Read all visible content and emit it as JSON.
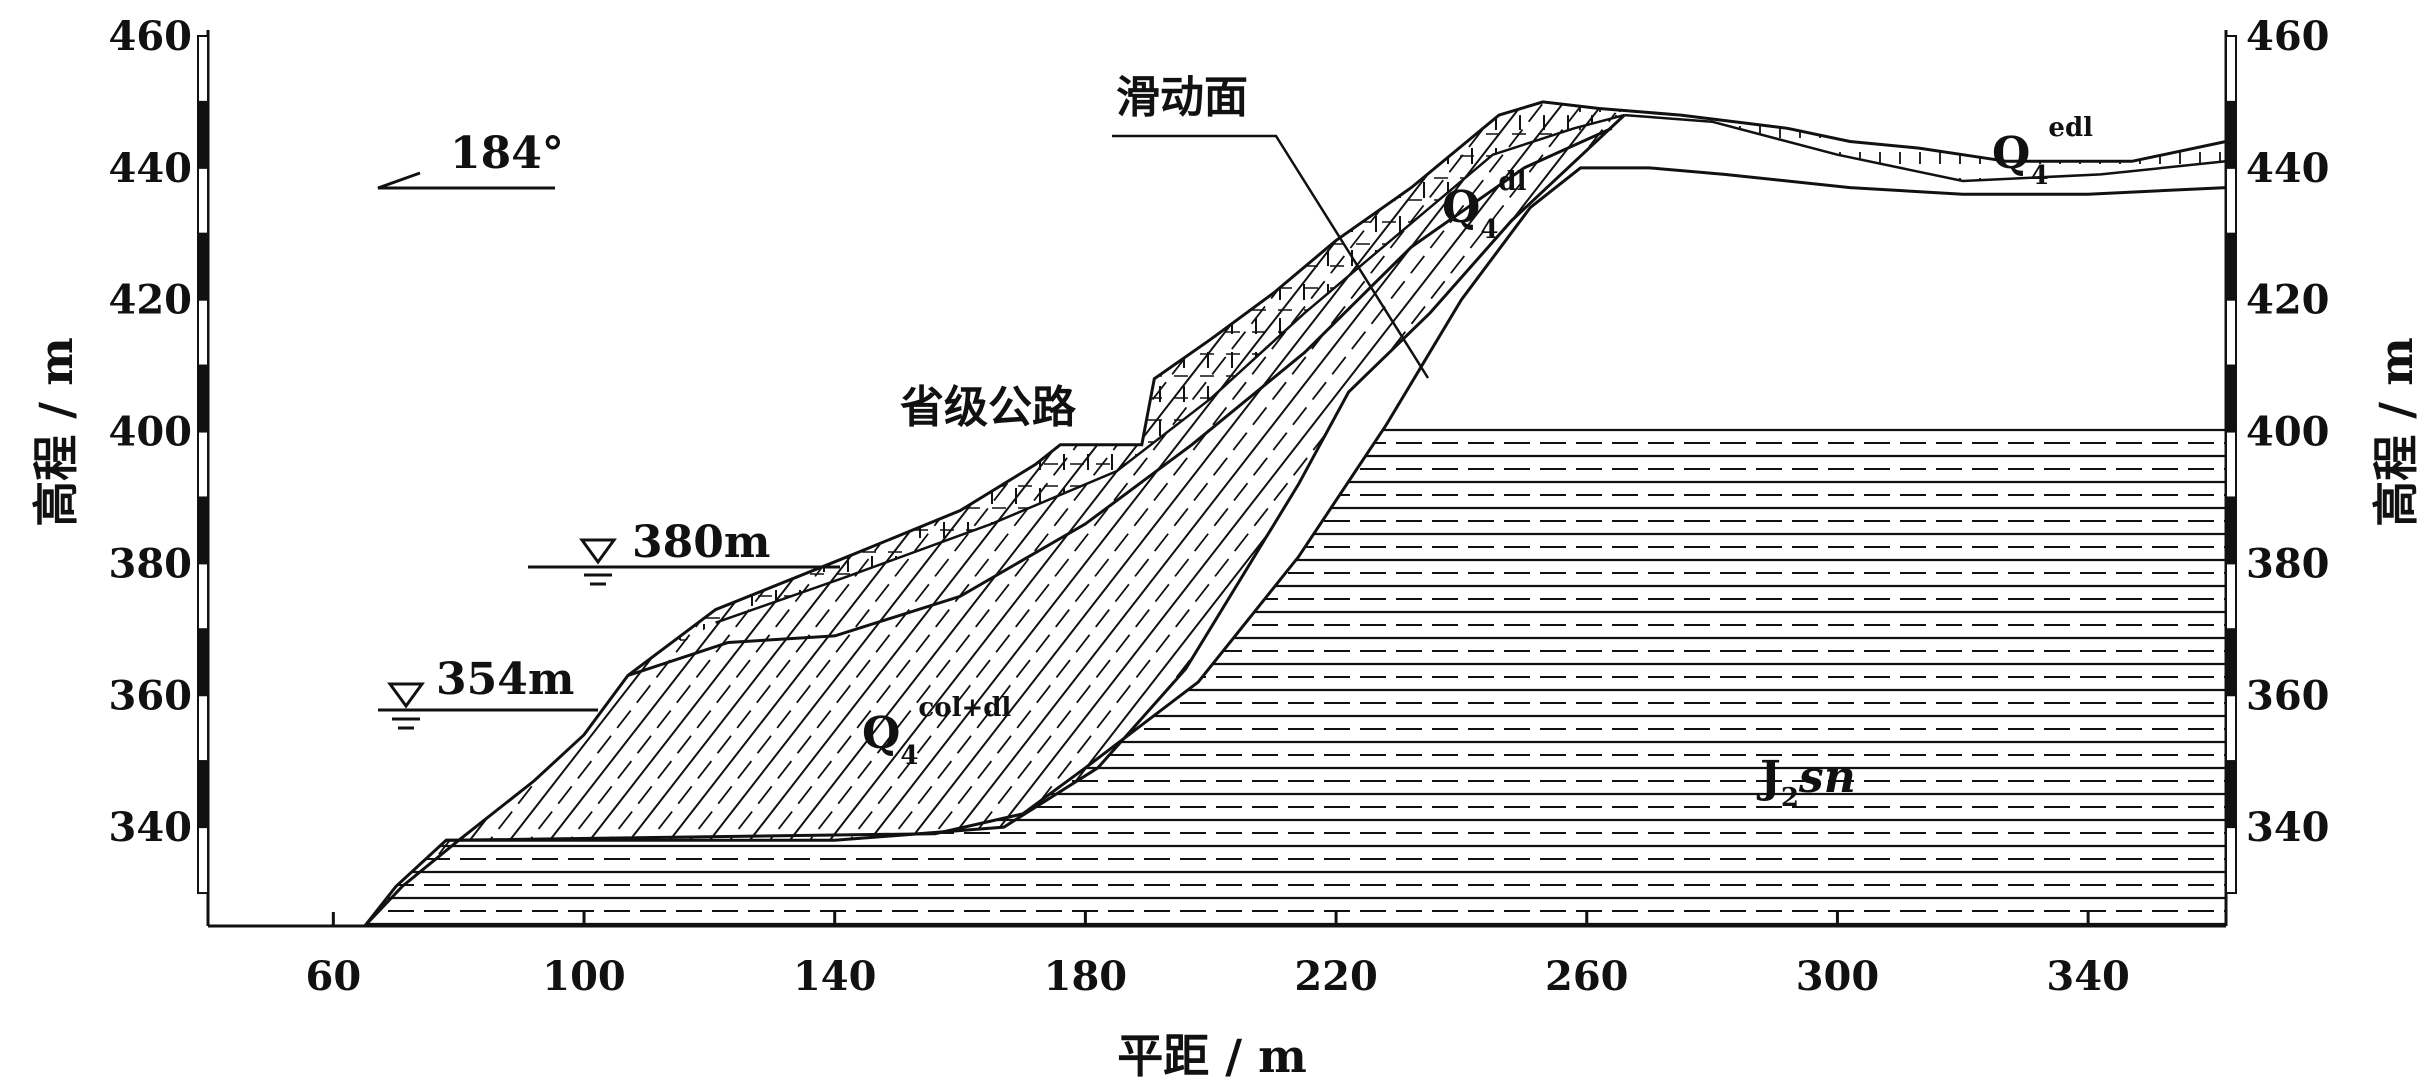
{
  "chart_data": {
    "type": "cross-section",
    "xlabel": "平距 / m",
    "ylabel_left": "高程 / m",
    "ylabel_right": "高程 / m",
    "xlim": [
      40,
      362
    ],
    "ylim": [
      325,
      460
    ],
    "x_ticks": [
      "60",
      "100",
      "140",
      "180",
      "220",
      "260",
      "300",
      "340"
    ],
    "y_ticks": [
      "340",
      "360",
      "380",
      "400",
      "420",
      "440",
      "460"
    ],
    "direction": "184°",
    "water_levels": [
      {
        "label": "380m",
        "elevation": 380
      },
      {
        "label": "354m",
        "elevation": 354
      }
    ],
    "annotations": {
      "slip_surface": "滑动面",
      "road": "省级公路"
    },
    "units": [
      {
        "id": "q4dl",
        "main": "Q",
        "sub": "4",
        "sup": "dl"
      },
      {
        "id": "q4edl",
        "main": "Q",
        "sub": "4",
        "sup": "edl"
      },
      {
        "id": "q4coldl",
        "main": "Q",
        "sub": "4",
        "sup": "col+dl"
      },
      {
        "id": "j2sn",
        "main": "J",
        "sub": "2",
        "rest": "sn"
      }
    ]
  }
}
